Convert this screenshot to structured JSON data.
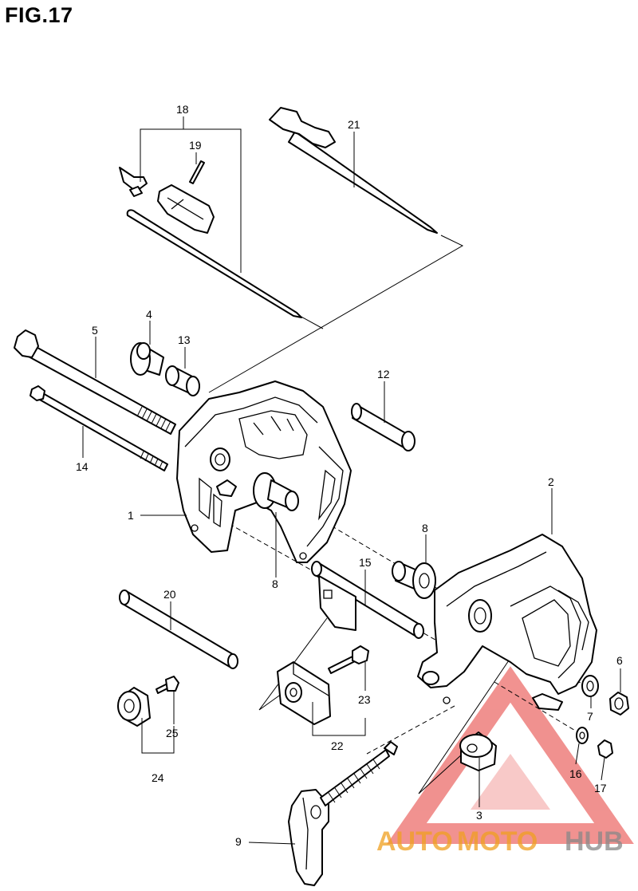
{
  "figure": {
    "title": "FIG.17"
  },
  "callouts": [
    {
      "id": "c1",
      "text": "1"
    },
    {
      "id": "c2",
      "text": "2"
    },
    {
      "id": "c3",
      "text": "3"
    },
    {
      "id": "c4",
      "text": "4"
    },
    {
      "id": "c5",
      "text": "5"
    },
    {
      "id": "c6",
      "text": "6"
    },
    {
      "id": "c7",
      "text": "7"
    },
    {
      "id": "c8a",
      "text": "8"
    },
    {
      "id": "c8b",
      "text": "8"
    },
    {
      "id": "c9",
      "text": "9"
    },
    {
      "id": "c12",
      "text": "12"
    },
    {
      "id": "c13",
      "text": "13"
    },
    {
      "id": "c14",
      "text": "14"
    },
    {
      "id": "c15",
      "text": "15"
    },
    {
      "id": "c16",
      "text": "16"
    },
    {
      "id": "c17",
      "text": "17"
    },
    {
      "id": "c18",
      "text": "18"
    },
    {
      "id": "c19",
      "text": "19"
    },
    {
      "id": "c20",
      "text": "20"
    },
    {
      "id": "c21",
      "text": "21"
    },
    {
      "id": "c22",
      "text": "22"
    },
    {
      "id": "c23",
      "text": "23"
    },
    {
      "id": "c24",
      "text": "24"
    },
    {
      "id": "c25",
      "text": "25"
    }
  ],
  "watermark": {
    "part1": "AUTO",
    "part2": "MOTO",
    "part3": "HUB",
    "color_primary": "#f0a020",
    "color_accent": "#e53935",
    "color_dark": "#888888"
  }
}
